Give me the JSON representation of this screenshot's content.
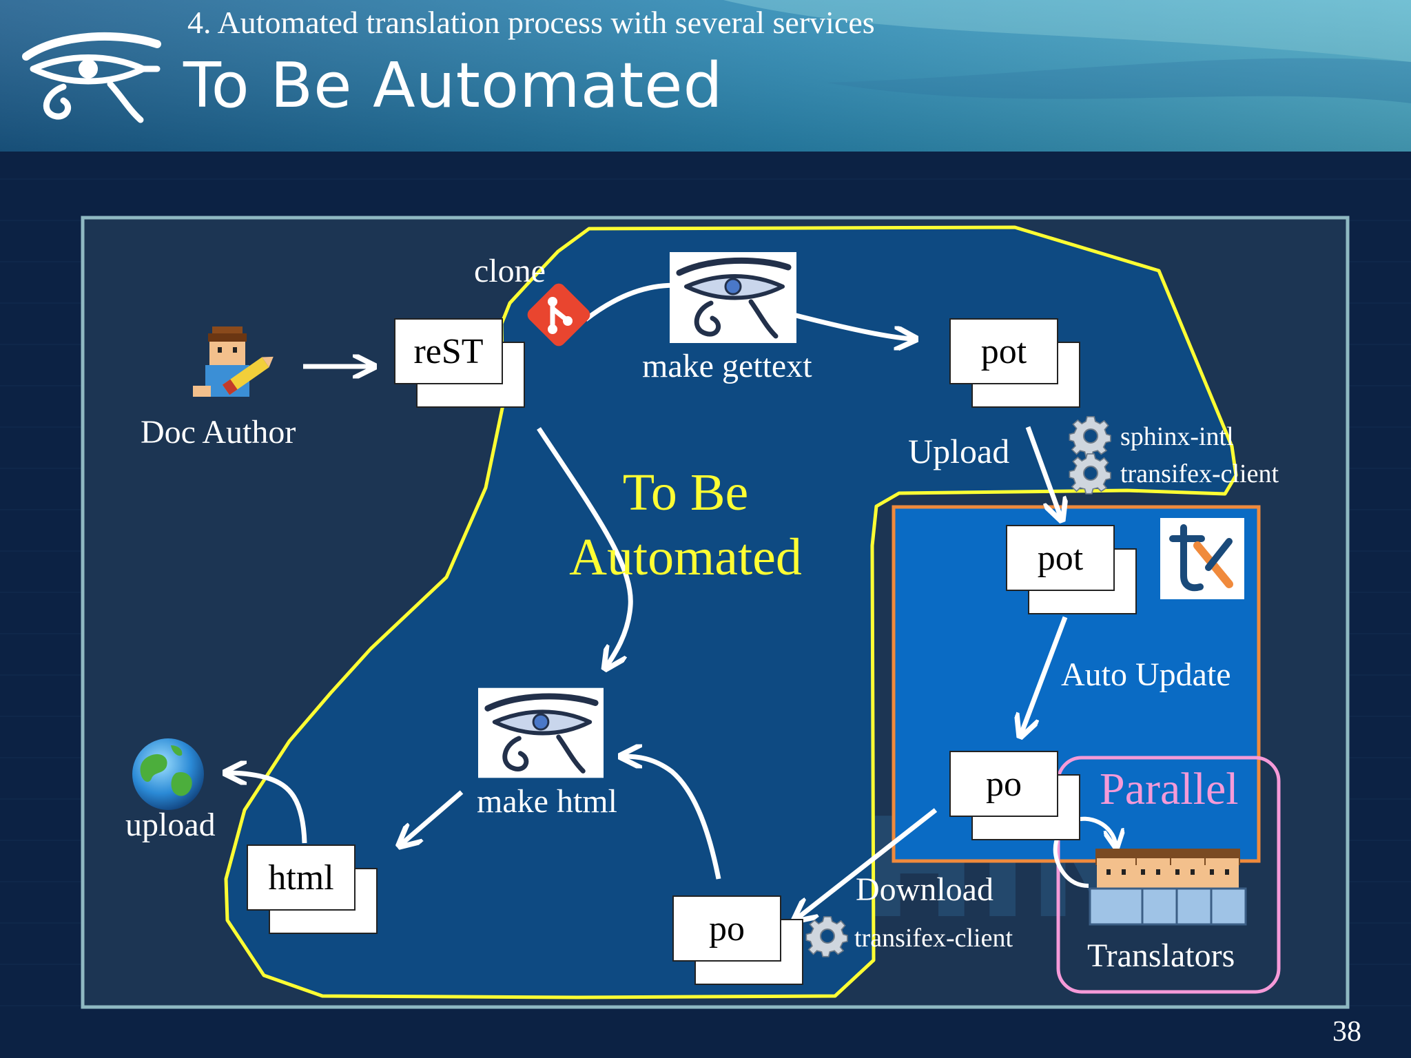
{
  "header": {
    "section": "4. Automated translation process with several services",
    "title": "To Be Automated"
  },
  "page_number": "38",
  "diagram": {
    "nodes": {
      "doc_author": "Doc Author",
      "rest": "reST",
      "pot_top": "pot",
      "pot_transifex": "pot",
      "po_transifex": "po",
      "po_local": "po",
      "html": "html"
    },
    "labels": {
      "clone": "clone",
      "make_gettext": "make gettext",
      "upload": "Upload",
      "sphinx_intl": "sphinx-intl",
      "transifex_client_upload": "transifex-client",
      "auto_update": "Auto Update",
      "parallel": "Parallel",
      "translators": "Translators",
      "download": "Download",
      "transifex_client_download": "transifex-client",
      "make_html": "make html",
      "upload_web": "upload"
    },
    "automated_area_label": "To Be Automated"
  },
  "colors": {
    "automated_outline": "#ffff33",
    "transifex_panel": "#0a6bc4",
    "transifex_border": "#f08a3c",
    "parallel_border": "#f59ad8",
    "git_logo": "#e9452f",
    "frame": "#8fb9c2"
  },
  "icons": {
    "logo": "eye-of-horus-icon",
    "sphinx": "sphinx-eye-logo-icon",
    "git": "git-logo-icon",
    "gear": "gear-icon",
    "globe": "globe-icon",
    "transifex": "transifex-logo-icon",
    "author": "doc-author-icon",
    "translators": "translators-icon"
  }
}
